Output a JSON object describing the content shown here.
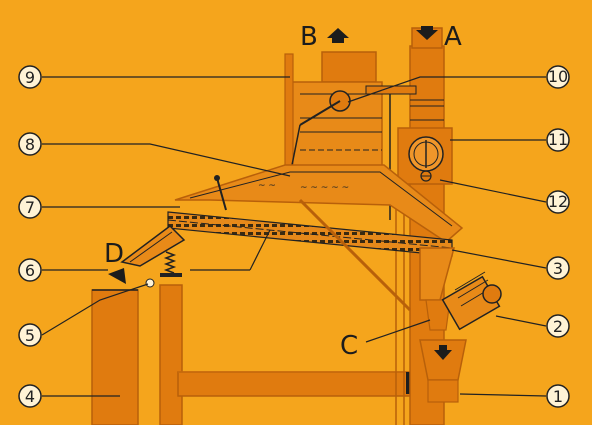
{
  "colors": {
    "background": "#f5a51c",
    "frame": "#e07b0f",
    "frame_dark": "#b8600a",
    "ink": "#222222"
  },
  "callouts": [
    "1",
    "2",
    "3",
    "4",
    "5",
    "6",
    "7",
    "8",
    "9",
    "10",
    "11",
    "12"
  ],
  "flow_letters": {
    "a": "A",
    "b": "B",
    "c": "C",
    "d": "D"
  }
}
